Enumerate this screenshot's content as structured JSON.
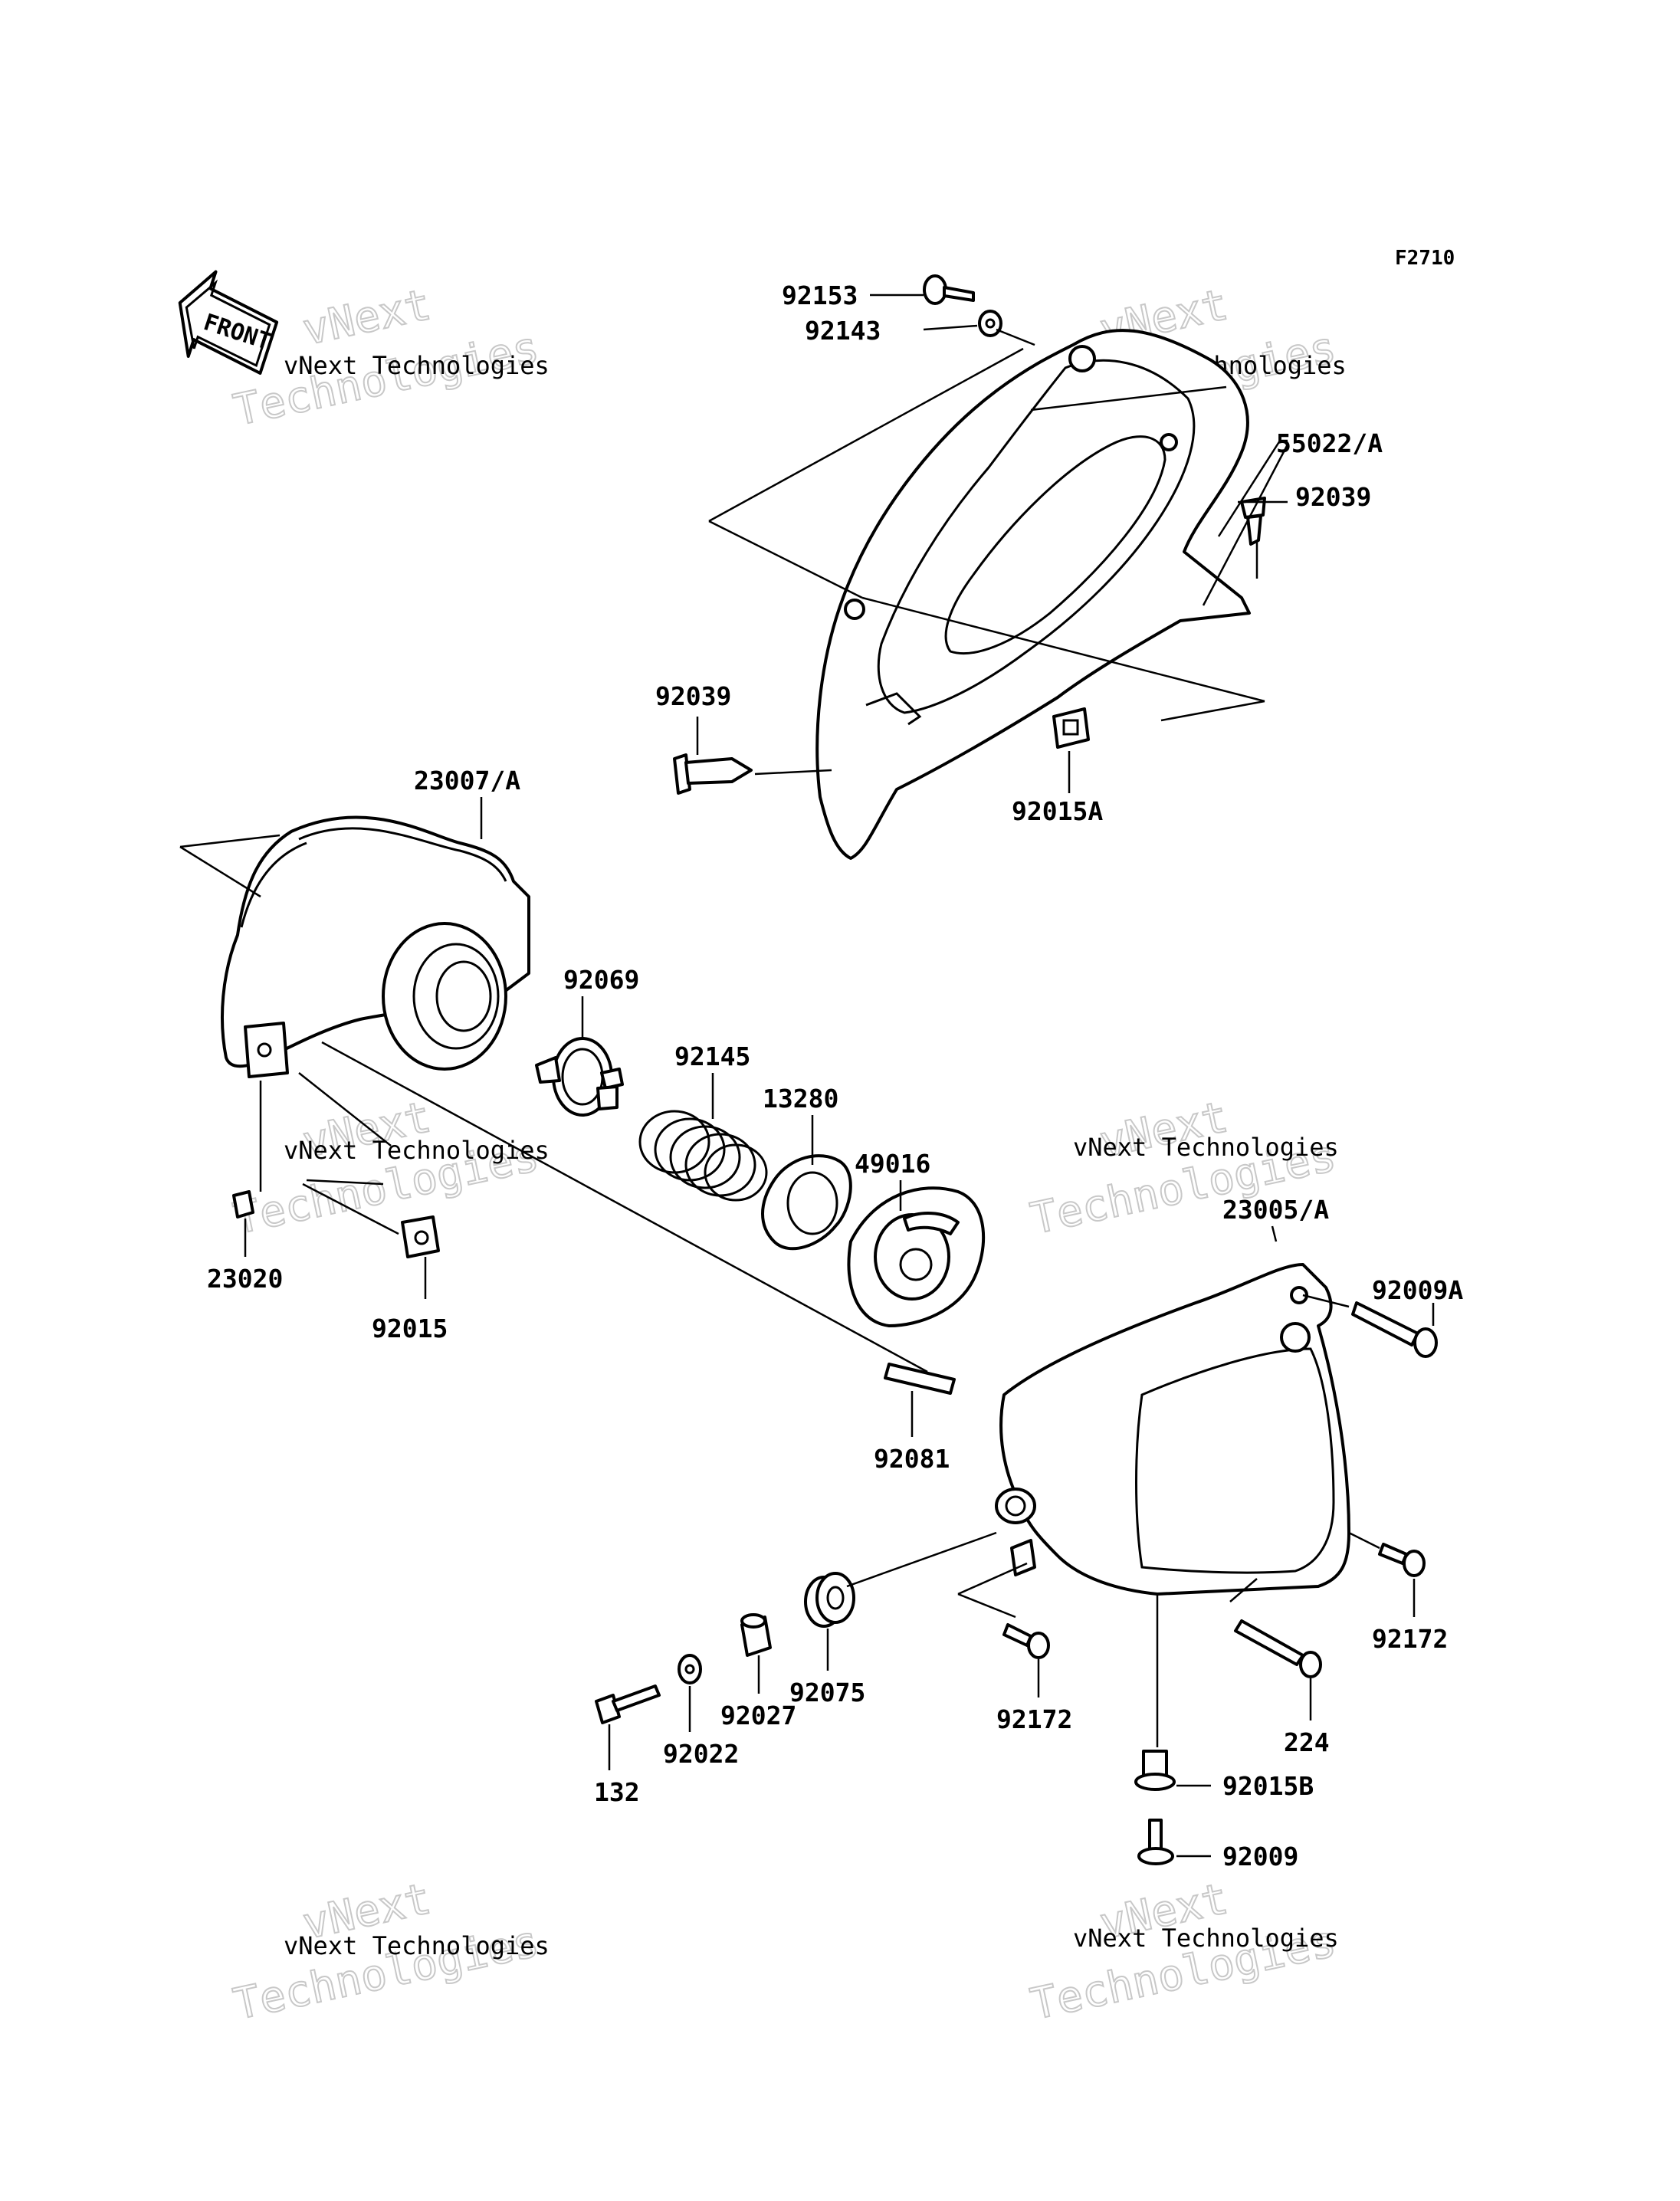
{
  "diagram_code": "F2710",
  "front_arrow_label": "FRONT",
  "watermark": {
    "line1": "vNext Technologies",
    "line2": "vNext",
    "line3": "Technologies"
  },
  "labels": {
    "p92153": "92153",
    "p92143": "92143",
    "p55022A": "55022/A",
    "p92039_top": "92039",
    "p92039_left": "92039",
    "p92015A": "92015A",
    "p23007A": "23007/A",
    "p92069": "92069",
    "p92145": "92145",
    "p13280": "13280",
    "p49016": "49016",
    "p23020": "23020",
    "p92015": "92015",
    "p23005A": "23005/A",
    "p92009A": "92009A",
    "p92081": "92081",
    "p92172_right": "92172",
    "p92172_mid": "92172",
    "p224": "224",
    "p92075": "92075",
    "p92027": "92027",
    "p92022": "92022",
    "p132": "132",
    "p92015B": "92015B",
    "p92009": "92009"
  }
}
